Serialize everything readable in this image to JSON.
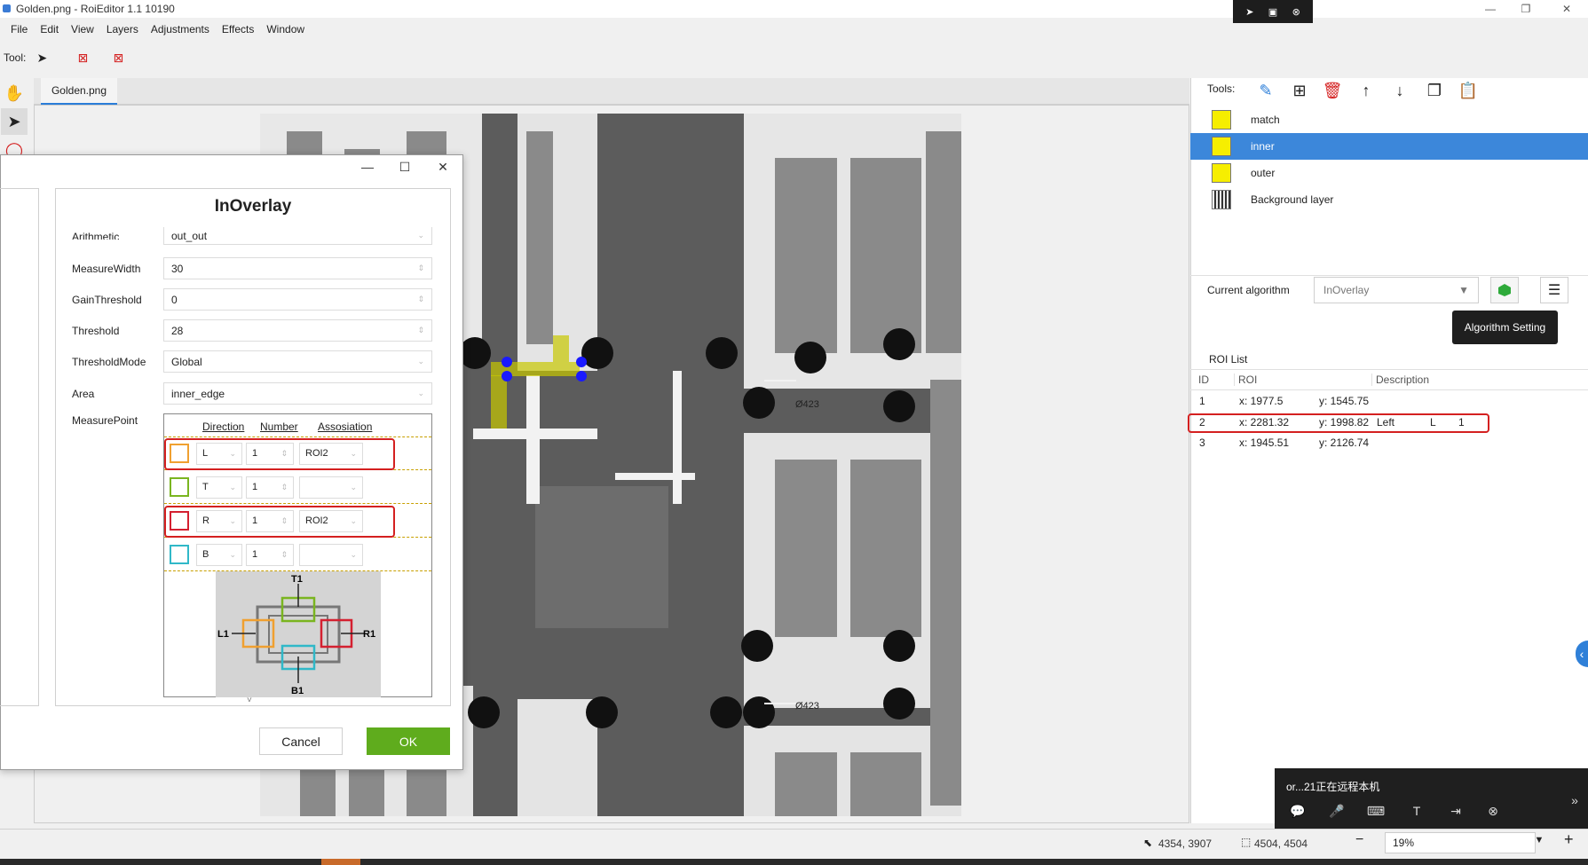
{
  "window": {
    "title": "Golden.png - RoiEditor 1.1 10190",
    "minimize": "—",
    "maximize": "❐",
    "close": "✕"
  },
  "remote_pill": {
    "icons": [
      "arrow-icon",
      "display-icon",
      "close-circle-icon"
    ]
  },
  "menu": [
    "File",
    "Edit",
    "View",
    "Layers",
    "Adjustments",
    "Effects",
    "Window"
  ],
  "toolbar": {
    "label": "Tool:"
  },
  "tabs": [
    {
      "label": "Golden.png",
      "active": true
    }
  ],
  "right_panel": {
    "tools_label": "Tools:",
    "layers": [
      {
        "name": "match",
        "selected": false
      },
      {
        "name": "inner",
        "selected": true
      },
      {
        "name": "outer",
        "selected": false
      },
      {
        "name": "Background layer",
        "selected": false
      }
    ],
    "current_algorithm_label": "Current algorithm",
    "current_algorithm_value": "InOverlay",
    "tooltip": "Algorithm Setting",
    "roi_list_title": "ROI List",
    "roi_headers": [
      "ID",
      "ROI",
      "Description"
    ],
    "roi_rows": [
      {
        "id": "1",
        "x": "x: 1977.5",
        "y": "y: 1545.75",
        "desc": "",
        "dir": "",
        "num": ""
      },
      {
        "id": "2",
        "x": "x: 2281.32",
        "y": "y: 1998.82",
        "desc": "Left",
        "dir": "L",
        "num": "1"
      },
      {
        "id": "3",
        "x": "x: 1945.51",
        "y": "y: 2126.74",
        "desc": "",
        "dir": "",
        "num": ""
      }
    ]
  },
  "image_labels": [
    "Ø423",
    "Ø423"
  ],
  "remote_bar": {
    "text": "or...21正在远程本机"
  },
  "status": {
    "cursor": "4354, 3907",
    "size": "4504, 4504",
    "zoom": "19%"
  },
  "dialog": {
    "title": "InOverlay",
    "props": [
      {
        "label": "Arithmetic",
        "value": "out_out"
      },
      {
        "label": "MeasureWidth",
        "value": "30"
      },
      {
        "label": "GainThreshold",
        "value": "0"
      },
      {
        "label": "Threshold",
        "value": "28"
      },
      {
        "label": "ThresholdMode",
        "value": "Global"
      },
      {
        "label": "Area",
        "value": "inner_edge"
      }
    ],
    "measure_point_label": "MeasurePoint",
    "mp_headers": [
      "Direction",
      "Number",
      "Assosiation"
    ],
    "mp_rows": [
      {
        "color": "#f0a030",
        "dir": "L",
        "num": "1",
        "assoc": "ROI2"
      },
      {
        "color": "#7ab520",
        "dir": "T",
        "num": "1",
        "assoc": ""
      },
      {
        "color": "#d42030",
        "dir": "R",
        "num": "1",
        "assoc": "ROI2"
      },
      {
        "color": "#30b8c8",
        "dir": "B",
        "num": "1",
        "assoc": ""
      }
    ],
    "diagram_labels": {
      "t": "T1",
      "b": "B1",
      "l": "L1",
      "r": "R1"
    },
    "cancel": "Cancel",
    "ok": "OK"
  },
  "colors": {
    "accent": "#3c87da",
    "ok_green": "#5fac1d",
    "highlight_red": "#d42020",
    "swatch_yellow": "#f6ee00"
  }
}
